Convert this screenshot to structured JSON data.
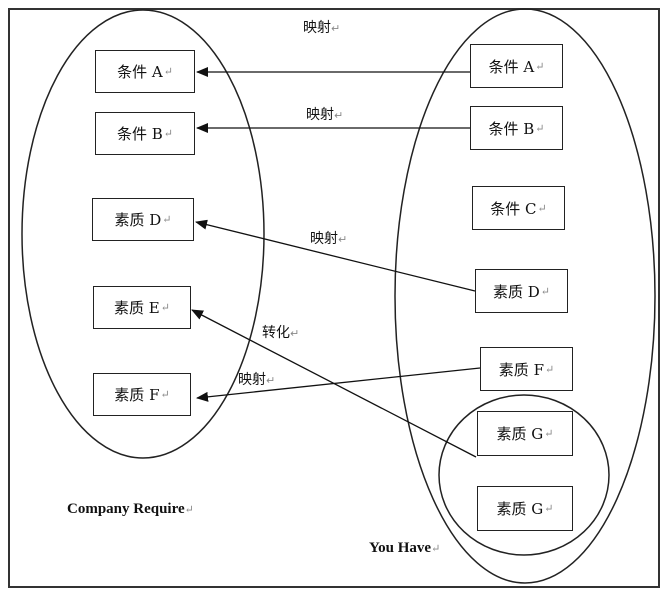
{
  "colors": {
    "stroke": "#222222",
    "ret_mark": "#888888"
  },
  "return_mark": "↵",
  "left_group": {
    "caption": "Company Require",
    "boxes": [
      "条件 A",
      "条件 B",
      "素质 D",
      "素质 E",
      "素质 F"
    ]
  },
  "right_group": {
    "caption": "You Have",
    "boxes": [
      "条件 A",
      "条件 B",
      "条件 C",
      "素质 D",
      "素质 F"
    ],
    "sub_group_boxes": [
      "素质 G",
      "素质 G"
    ]
  },
  "edge_labels": [
    "映射",
    "映射",
    "映射",
    "转化",
    "映射"
  ]
}
